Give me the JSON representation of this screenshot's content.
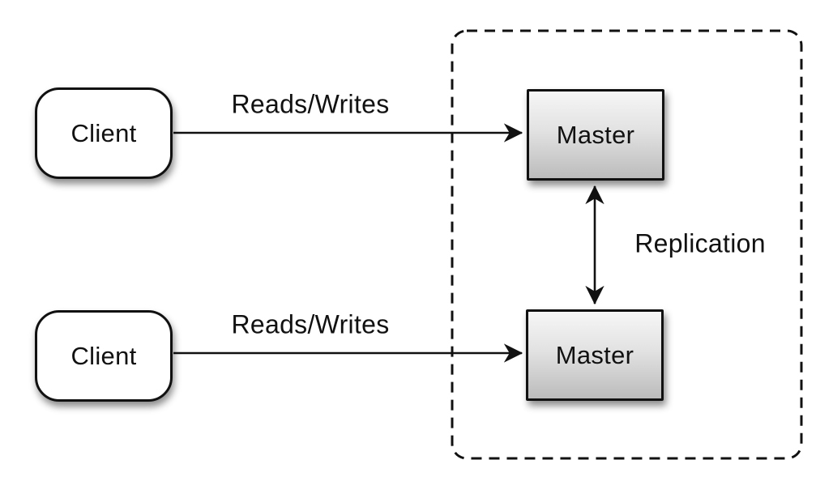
{
  "diagram": {
    "nodes": {
      "client_top": {
        "label": "Client"
      },
      "client_bottom": {
        "label": "Client"
      },
      "master_top": {
        "label": "Master"
      },
      "master_bottom": {
        "label": "Master"
      }
    },
    "edges": {
      "reads_writes_top": {
        "label": "Reads/Writes",
        "from": "client_top",
        "to": "master_top",
        "direction": "right"
      },
      "reads_writes_bottom": {
        "label": "Reads/Writes",
        "from": "client_bottom",
        "to": "master_bottom",
        "direction": "right"
      },
      "replication": {
        "label": "Replication",
        "from": "master_top",
        "to": "master_bottom",
        "direction": "both"
      }
    },
    "groups": {
      "master_cluster": {
        "style": "dashed-rounded-rect",
        "contains": [
          "master_top",
          "master_bottom"
        ]
      }
    },
    "colors": {
      "stroke": "#111111",
      "client_fill": "#ffffff",
      "master_gradient_top": "#f6f6f6",
      "master_gradient_bottom": "#bcbcbc",
      "background": "#ffffff"
    }
  }
}
